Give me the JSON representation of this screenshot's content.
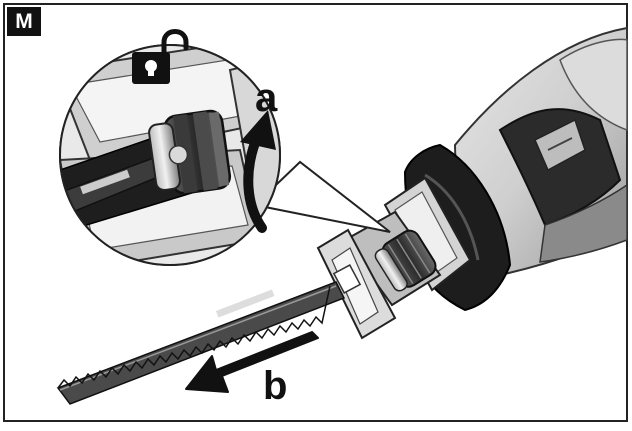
{
  "figure": {
    "step_label": "M",
    "callout_a": "a",
    "callout_b": "b",
    "lock_state": "unlocked",
    "lock_icon": "unlock-padlock-icon",
    "arrow_a": "rotate-counterclockwise-arrow-icon",
    "arrow_b": "pull-out-arrow-icon"
  }
}
